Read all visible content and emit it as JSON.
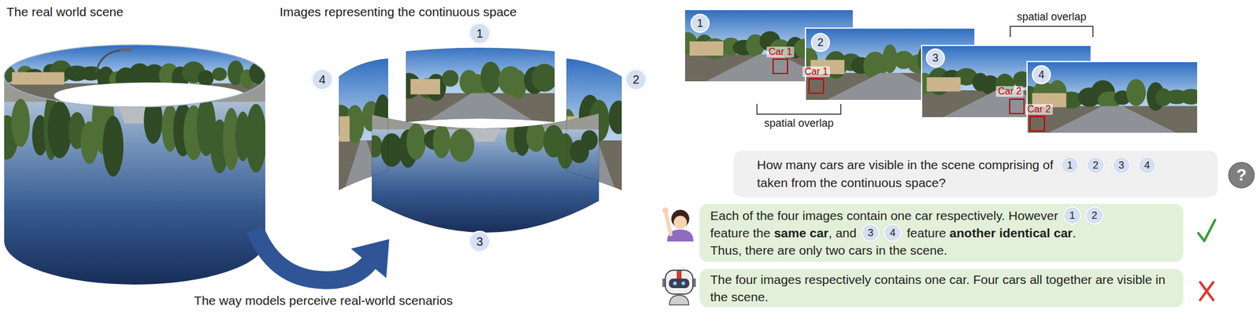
{
  "diagram": {
    "nodes": [
      {
        "text": [
          "1"
        ]
      },
      {
        "text": [
          "4"
        ]
      },
      {
        "text": [
          "2"
        ]
      },
      {
        "text": [
          "3"
        ]
      },
      {
        "text": [
          "1"
        ]
      },
      {
        "text": [
          "2"
        ]
      },
      {
        "text": [
          "3"
        ]
      },
      {
        "text": [
          "4"
        ]
      },
      {
        "text": [
          "How many cars are visible in the scene comprising of",
          "taken from the continuous space?"
        ]
      },
      {
        "text": [
          "1"
        ],
        "in": 8
      },
      {
        "text": [
          "2"
        ],
        "in": 8
      },
      {
        "text": [
          "3"
        ],
        "in": 8
      },
      {
        "text": [
          "4"
        ],
        "in": 8
      },
      {
        "text": [
          "?"
        ]
      },
      {
        "text": [
          "Each of the four images contain one car respectively. However",
          "feature the",
          "same car",
          ", and",
          "feature",
          "another identical car",
          ".",
          "Thus, there are only two cars in the scene."
        ]
      },
      {
        "text": [
          "1"
        ],
        "in": 14
      },
      {
        "text": [
          "2"
        ],
        "in": 14
      },
      {
        "text": [
          "3"
        ],
        "in": 14
      },
      {
        "text": [
          "4"
        ],
        "in": 14
      },
      {
        "text": [
          "The four images respectively contains one car. Four cars all together are visible in the scene."
        ]
      }
    ],
    "labels": [
      "The real world scene",
      "Images representing the continuous space",
      "The way models perceive real-world scenarios",
      "Car 1",
      "Car 1",
      "Car 2",
      "Car 2",
      "spatial overlap",
      "spatial overlap"
    ]
  }
}
